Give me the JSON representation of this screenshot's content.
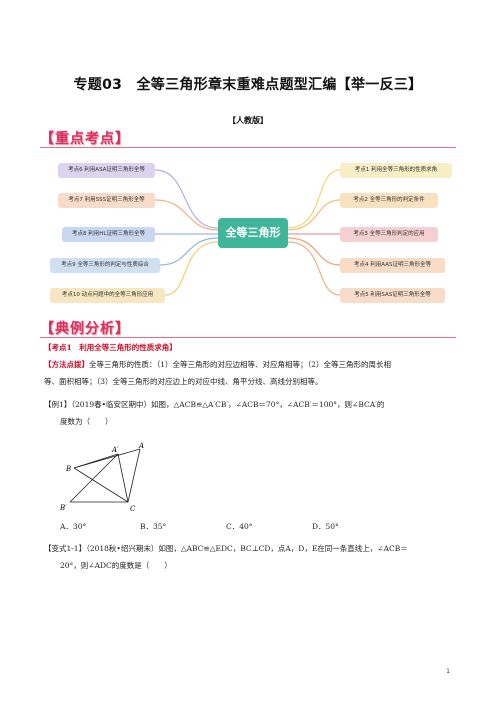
{
  "title": "专题03　全等三角形章末重难点题型汇编【举一反三】",
  "edition": "【人教版】",
  "banners": {
    "focus": "【重点考点】",
    "examples": "【典例分析】"
  },
  "mindmap": {
    "center": "全等三角形",
    "left": [
      {
        "label": "考点6 利用ASA证明三角形全等",
        "color": "#dcd3ee"
      },
      {
        "label": "考点7 利用SSS证明三角形全等",
        "color": "#f7dcc9"
      },
      {
        "label": "考点8 利用HL证明三角形全等",
        "color": "#c9d7f0"
      },
      {
        "label": "考点9 全等三角形的判定与性质综合",
        "color": "#cfe0f2"
      },
      {
        "label": "考点10 动点问题中的全等三角形应用",
        "color": "#f7e7c0"
      }
    ],
    "right": [
      {
        "label": "考点1 利用全等三角形的性质求角",
        "color": "#f7eec6"
      },
      {
        "label": "考点2 全等三角形的判定条件",
        "color": "#f7e2c0"
      },
      {
        "label": "考点3 全等三角形判定的应用",
        "color": "#f4d0d0"
      },
      {
        "label": "考点4 利用AAS证明三角形全等",
        "color": "#f8dcc6"
      },
      {
        "label": "考点5 利用SAS证明三角形全等",
        "color": "#f7dcc9"
      }
    ]
  },
  "point1": {
    "heading": "【考点1　利用全等三角形的性质求角】",
    "method_label": "【方法点拨】",
    "method_line1": "全等三角形的性质：（1）全等三角形的对应边相等、对应角相等；（2）全等三角形的周长相",
    "method_line2": "等、面积相等；（3）全等三角形的对应边上的对应中线、角平分线、高线分别相等。"
  },
  "example1": {
    "line1": "【例1】（2019春•临安区期中）如图，△ACB≌△A′CB′，∠ACB＝70°，∠ACB′＝100°，则∠BCA′的",
    "line2": "度数为（　　）",
    "options": [
      "A．30°",
      "B．35°",
      "C．40°",
      "D．50°"
    ],
    "figure_labels": {
      "A": "A",
      "A1": "A′",
      "B": "B",
      "B1": "B′",
      "C": "C"
    }
  },
  "variant1": {
    "line1": "【变式1-1】（2018秋•绍兴期末）如图，△ABC≌△EDC，BC⊥CD，点A，D，E在同一条直线上，∠ACB＝",
    "line2": "20°，则∠ADC的度数是（　　）"
  },
  "page_number": "1"
}
